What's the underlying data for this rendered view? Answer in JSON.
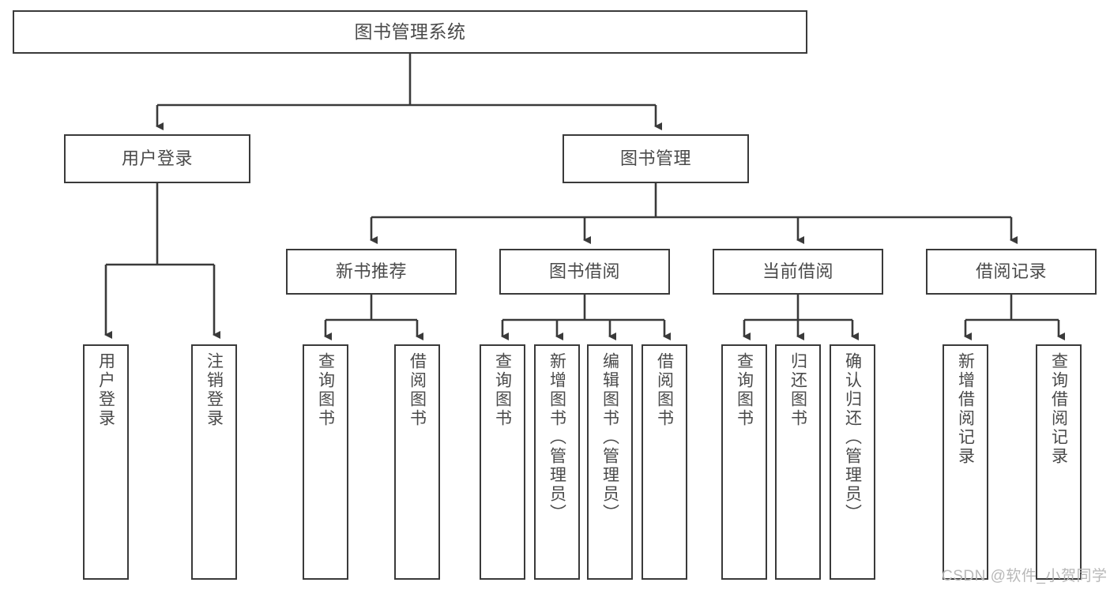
{
  "diagram": {
    "title": "图书管理系统",
    "type": "hierarchy-tree",
    "root": {
      "label": "图书管理系统"
    },
    "level2": [
      {
        "label": "用户登录"
      },
      {
        "label": "图书管理"
      }
    ],
    "level3": [
      {
        "label": "新书推荐"
      },
      {
        "label": "图书借阅"
      },
      {
        "label": "当前借阅"
      },
      {
        "label": "借阅记录"
      }
    ],
    "leaves": {
      "user_login": [
        {
          "label": "用户登录"
        },
        {
          "label": "注销登录"
        }
      ],
      "new_book_recommend": [
        {
          "label": "查询图书"
        },
        {
          "label": "借阅图书"
        }
      ],
      "book_borrow": [
        {
          "label": "查询图书"
        },
        {
          "label": "新增图书（管理员）"
        },
        {
          "label": "编辑图书（管理员）"
        },
        {
          "label": "借阅图书"
        }
      ],
      "current_borrow": [
        {
          "label": "查询图书"
        },
        {
          "label": "归还图书"
        },
        {
          "label": "确认归还（管理员）"
        }
      ],
      "borrow_record": [
        {
          "label": "新增借阅记录"
        },
        {
          "label": "查询借阅记录"
        }
      ]
    },
    "watermark": "CSDN @软件_小贺同学",
    "colors": {
      "border": "#3a3a3a",
      "text": "#4a4a4a",
      "background": "#ffffff",
      "watermark": "#b8b8b8"
    }
  }
}
